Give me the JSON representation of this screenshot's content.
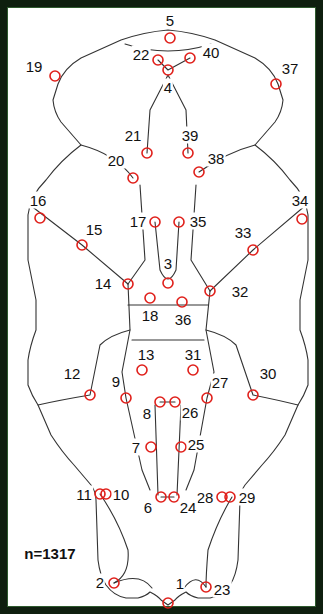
{
  "diagram": {
    "labels": [
      "5",
      "22",
      "40",
      "4",
      "19",
      "37",
      "21",
      "39",
      "20",
      "38",
      "16",
      "34",
      "15",
      "17",
      "35",
      "33",
      "14",
      "3",
      "32",
      "18",
      "36",
      "13",
      "31",
      "12",
      "30",
      "9",
      "27",
      "8",
      "26",
      "7",
      "25",
      "11",
      "10",
      "28",
      "29",
      "6",
      "24",
      "n=1317",
      "2",
      "1",
      "23"
    ]
  }
}
